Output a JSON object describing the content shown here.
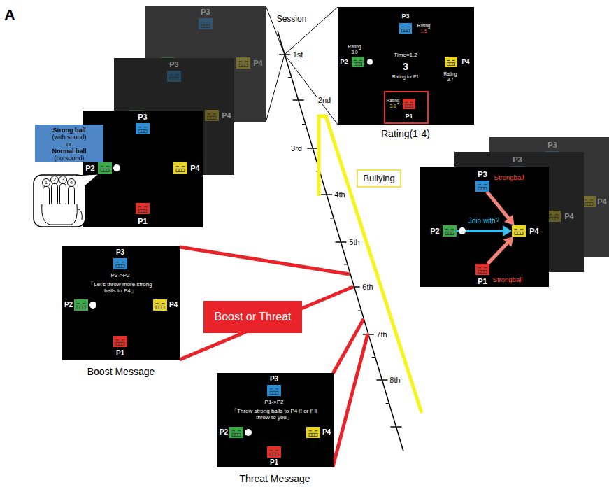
{
  "diagram": {
    "nodes": [
      {
        "text": [
          "Time=1.2",
          "3",
          "Rating for P1",
          "Rating(1-4)"
        ]
      },
      {
        "text": [
          "P3",
          "Rating",
          "1.5"
        ],
        "in": 0
      },
      {
        "text": [
          "P2",
          "Rating",
          "3.0"
        ],
        "in": 0
      },
      {
        "text": [
          "P4",
          "Rating",
          "3.7"
        ],
        "in": 0
      },
      {
        "text": [
          "P1",
          "Rating",
          "3.0"
        ],
        "in": 0
      },
      {
        "text": [
          "Strong ball",
          "(with sound)",
          "or",
          "Normal ball",
          "(no sound)"
        ]
      },
      {
        "text": [
          "P3"
        ]
      },
      {
        "text": [
          "P2"
        ]
      },
      {
        "text": [
          "P4"
        ]
      },
      {
        "text": [
          "P1"
        ]
      },
      {
        "text": [
          "Bullying"
        ]
      },
      {
        "text": [
          "P3"
        ]
      },
      {
        "text": [
          "P2"
        ]
      },
      {
        "text": [
          "P4"
        ]
      },
      {
        "text": [
          "P1"
        ]
      },
      {
        "text": [
          "P3->P2",
          "「Let's throw more strong balls to P4」",
          "Boost Message"
        ]
      },
      {
        "text": [
          "P3"
        ],
        "in": 15
      },
      {
        "text": [
          "P2"
        ],
        "in": 15
      },
      {
        "text": [
          "P4"
        ],
        "in": 15
      },
      {
        "text": [
          "P1"
        ],
        "in": 15
      },
      {
        "text": [
          "Boost or Threat"
        ]
      },
      {
        "text": [
          "P1->P2",
          "「Throw strong balls to P4 !! or I' ll throw to you」",
          "Threat Message"
        ]
      },
      {
        "text": [
          "P3"
        ],
        "in": 21
      },
      {
        "text": [
          "P2"
        ],
        "in": 21
      },
      {
        "text": [
          "P4"
        ],
        "in": 21
      },
      {
        "text": [
          "P1"
        ],
        "in": 21
      }
    ],
    "edges": [
      {
        "from": 11,
        "to": 13,
        "label": "Strongball",
        "arrow": "to"
      },
      {
        "from": 14,
        "to": 13,
        "label": "Strongball",
        "arrow": "to"
      },
      {
        "from": 12,
        "to": 13,
        "label": "Join with?",
        "arrow": "to"
      }
    ],
    "labels": [
      "A",
      "Session",
      "1st",
      "2nd",
      "3rd",
      "4th",
      "5th",
      "6th",
      "7th",
      "8th",
      "P3",
      "P4",
      "P3",
      "P4",
      "1",
      "2",
      "3",
      "4",
      "P3",
      "P4",
      "P3",
      "P4"
    ]
  }
}
